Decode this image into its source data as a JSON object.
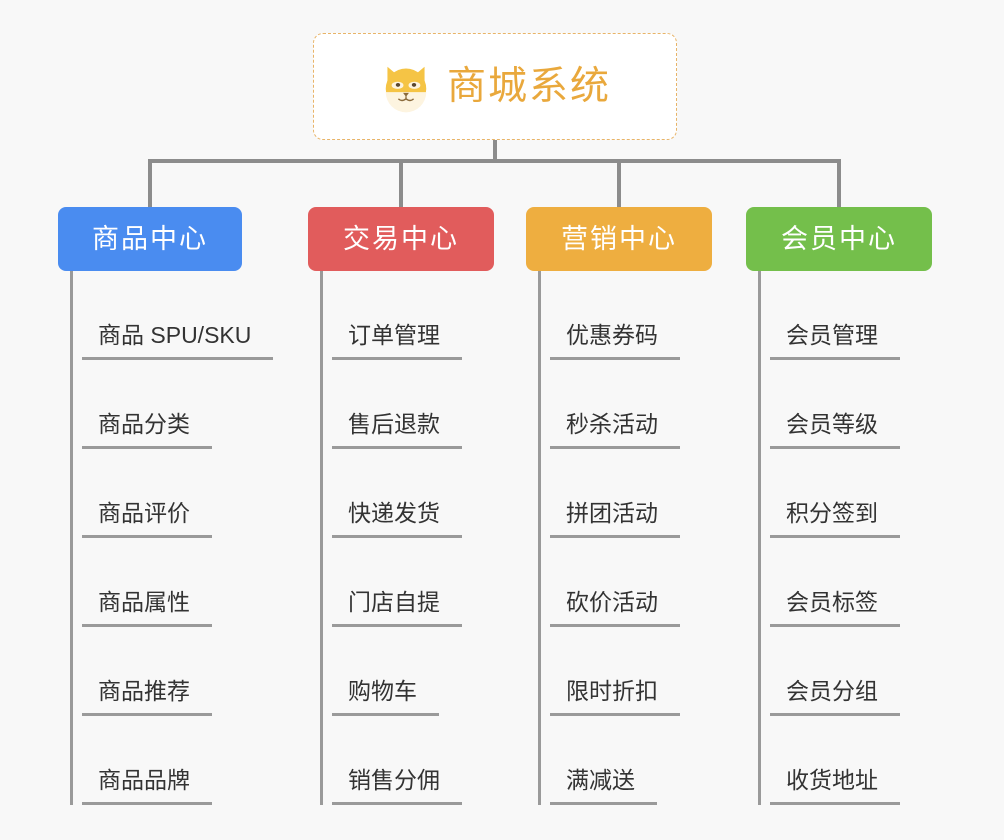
{
  "canvas": {
    "background": "#f8f8f8",
    "line_color": "#9a9a9a"
  },
  "root": {
    "title": "商城系统",
    "icon": "shiba-dog-icon",
    "border_color": "#e8b468",
    "text_color": "#e9a83c",
    "background": "#ffffff"
  },
  "columns": [
    {
      "title": "商品中心",
      "color": "#4a8cf0",
      "items": [
        "商品 SPU/SKU",
        "商品分类",
        "商品评价",
        "商品属性",
        "商品推荐",
        "商品品牌"
      ]
    },
    {
      "title": "交易中心",
      "color": "#e15c5c",
      "items": [
        "订单管理",
        "售后退款",
        "快递发货",
        "门店自提",
        "购物车",
        "销售分佣"
      ]
    },
    {
      "title": "营销中心",
      "color": "#eeae40",
      "items": [
        "优惠券码",
        "秒杀活动",
        "拼团活动",
        "砍价活动",
        "限时折扣",
        "满减送"
      ]
    },
    {
      "title": "会员中心",
      "color": "#74bf4b",
      "items": [
        "会员管理",
        "会员等级",
        "积分签到",
        "会员标签",
        "会员分组",
        "收货地址"
      ]
    }
  ],
  "layout": {
    "column_lefts": [
      58,
      308,
      526,
      746
    ],
    "column_box_widths": [
      184,
      186,
      186,
      186
    ],
    "leaf_row_height": 89
  }
}
